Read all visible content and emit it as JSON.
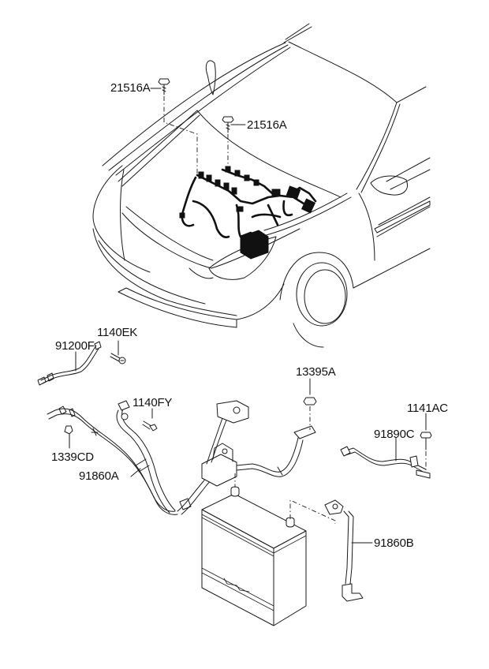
{
  "diagram": {
    "title": "Battery & engine wiring harness parts diagram",
    "line_color": "#1a1a1a",
    "background": "#ffffff"
  },
  "labels": {
    "bolt_harness_left": "21516A",
    "bolt_harness_right": "21516A",
    "cable_91200F": "91200F",
    "screw_1140EK": "1140EK",
    "bolt_1140FY": "1140FY",
    "nut_13395A": "13395A",
    "bolt_1141AC": "1141AC",
    "cable_91890C": "91890C",
    "clip_1339CD": "1339CD",
    "cable_91860A": "91860A",
    "cable_91860B": "91860B"
  }
}
